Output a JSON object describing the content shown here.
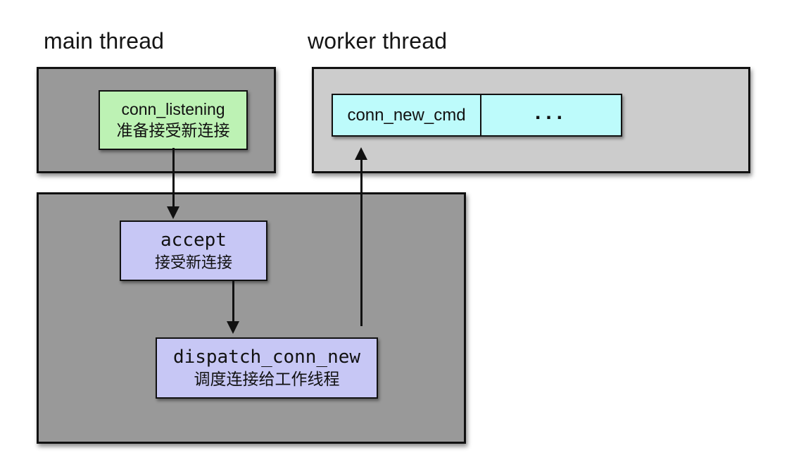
{
  "main_thread": {
    "title": "main thread",
    "nodes": {
      "conn_listening": {
        "label": "conn_listening",
        "caption": "准备接受新连接"
      },
      "accept": {
        "label": "accept",
        "caption": "接受新连接"
      },
      "dispatch_conn_new": {
        "label": "dispatch_conn_new",
        "caption": "调度连接给工作线程"
      }
    }
  },
  "worker_thread": {
    "title": "worker thread",
    "queue": {
      "cells": [
        {
          "label": "conn_new_cmd"
        },
        {
          "label": "..."
        }
      ]
    }
  },
  "colors": {
    "main_container_fill": "#999999",
    "worker_container_fill": "#cccccc",
    "conn_listening_fill": "#bdf2b4",
    "queue_cell_fill": "#bdfbfb",
    "accept_dispatch_fill": "#c7c7f5",
    "border": "#111111",
    "background": "#ffffff"
  }
}
